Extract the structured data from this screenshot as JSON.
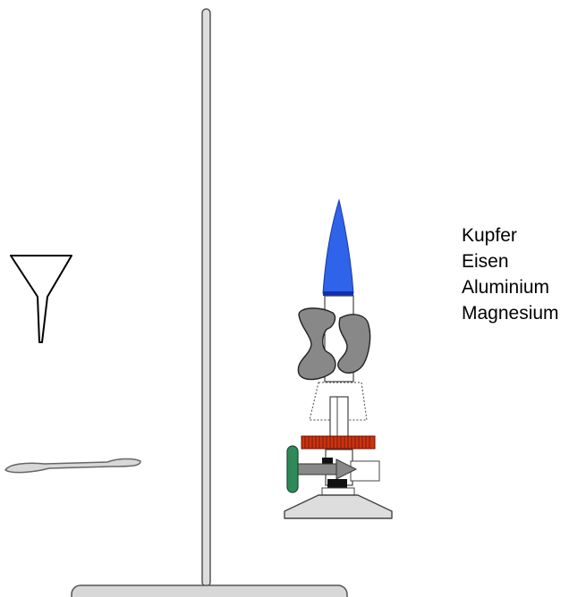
{
  "labels": [
    "Kupfer",
    "Eisen",
    "Aluminium",
    "Magnesium"
  ],
  "colors": {
    "flame": "#2f63ea",
    "flame_base": "#1030b0",
    "burner_body": "#888888",
    "gear": "#cc3311",
    "valve_knob": "#2f8a5a",
    "stand": "#dddddd",
    "base_plate": "#d8d8d8",
    "outline": "#333333"
  },
  "icons": {
    "stand": "retort-stand-icon",
    "funnel": "funnel-icon",
    "spatula": "spatula-icon",
    "burner": "bunsen-burner-icon",
    "flame": "flame-icon"
  }
}
